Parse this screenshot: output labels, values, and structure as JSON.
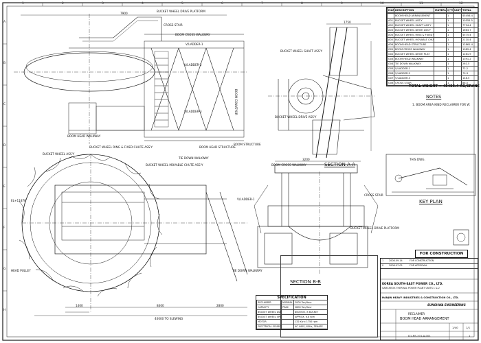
{
  "drawing": {
    "bom": {
      "headers": [
        "MARK",
        "DESCRIPTION",
        "MATERIAL",
        "Q'TY",
        "UNIT",
        "TOTAL"
      ],
      "rows": [
        [
          "",
          "BOOM HEAD ARRANGEMENT",
          "",
          "1",
          "",
          "45456.4"
        ],
        [
          "A01",
          "BUCKET WHEEL ASS'Y",
          "",
          "1",
          "",
          "10555.5"
        ],
        [
          "A02",
          "BUCKET WHEEL SHAFT ASS'Y",
          "",
          "1",
          "",
          "7794.4"
        ],
        [
          "A03",
          "BUCKET WHEEL DRIVE ASS'Y",
          "",
          "1",
          "",
          "1663.7"
        ],
        [
          "A04",
          "BUCKET WHEEL RING & FIXED CHUTE ASS'Y",
          "",
          "1",
          "",
          "4575.4"
        ],
        [
          "A05",
          "BUCKET WHEEL MOVABLE CHUTE ASS'Y",
          "",
          "1",
          "",
          "2110.4"
        ],
        [
          "A06",
          "BOOM HEAD STRUCTURE",
          "",
          "1",
          "",
          "12861.4"
        ],
        [
          "G01",
          "BOOM CROSS WALKWAY",
          "",
          "1",
          "",
          "1089.4"
        ],
        [
          "G02",
          "BUCKET WHEEL DRIVE PLAT",
          "",
          "1",
          "",
          "1281.9"
        ],
        [
          "G03",
          "BOOM HEAD WALKWAY",
          "",
          "1",
          "",
          "1391.2"
        ],
        [
          "G04",
          "TIE DOWN WALKWAY",
          "",
          "1",
          "",
          "261.5"
        ],
        [
          "G05",
          "V/LADDER-1",
          "",
          "1",
          "",
          "72.2"
        ],
        [
          "G06",
          "V/LADDER-2",
          "",
          "1",
          "",
          "70.3"
        ],
        [
          "G07",
          "V/LADDER-3",
          "",
          "1",
          "",
          "148.5"
        ],
        [
          "G08",
          "CROSS STAIR",
          "",
          "1",
          "",
          "88.5"
        ]
      ]
    },
    "total_weight": "TOTAL WEIGHT = 45456.4 KG/CRANE",
    "notes": {
      "title": "NOTES",
      "lines": [
        "1. BOOM AREA KIND RECLAIMER FOR W."
      ]
    },
    "labels": {
      "platform": "BUCKET WHEEL DRIVE PLATFORM",
      "cross_stair": "CROSS STAIR",
      "boom_cross_walkway": "BOOM CROSS WALKWAY",
      "ladder1": "V/LADDER-1",
      "ladder2": "V/LADDER-2",
      "ladder3": "V/LADDER-3",
      "shaft_assy": "BUCKET WHEEL SHAFT ASS'Y",
      "boom_head_walkway": "BOOM HEAD WALKWAY",
      "boom_head_structure": "BOOM HEAD STRUCTURE",
      "boom_structure": "BOOM STRUCTURE",
      "bw_assy": "BUCKET WHEEL ASS'Y",
      "ring_chute": "BUCKET WHEEL RING & FIXED CHUTE ASS'Y",
      "movable_chute": "BUCKET WHEEL MOVABLE CHUTE ASS'Y",
      "tie_down": "TIE DOWN WALKWAY",
      "drive_platform": "BUCKET WHEEL DRIVE PLATFORM",
      "drive_assy": "BUCKET WHEEL DRIVE ASS'Y",
      "conveyor": "BOOM CONVEYOR"
    },
    "sections": {
      "aa": "SECTION A-A",
      "bb": "SECTION B-B",
      "key_plan": "KEY PLAN",
      "this_dwg": "THIS DWG."
    },
    "dims": {
      "d1400": "1400",
      "d8400": "8400",
      "d2800": "2800",
      "d40000": "40000 TO SLEWING",
      "d3200": "3200",
      "d7900": "7900",
      "d1750": "1750",
      "el": "EL+11870",
      "head_pulley": "HEAD PULLEY"
    },
    "spec": {
      "title": "SPECIFICATION",
      "rows": [
        [
          "RECLAIMER",
          "NORMAL",
          "2000 Ton/Hour"
        ],
        [
          "CAPACITY",
          "PEAK",
          "2800 Ton/Hour"
        ],
        [
          "BUCKET WHEEL DIA.",
          "",
          "8000mm, 8 BUCKET"
        ],
        [
          "BUCKET WHEEL SPEED",
          "",
          "APPROX. 6.8 rpm"
        ],
        [
          "MOTOR",
          "",
          "132 Kw x 1750 rpm"
        ],
        [
          "ELECTRICAL SOURCE",
          "",
          "AC 440V, 60Hz, 3PHASE"
        ]
      ]
    },
    "stamp": "FOR CONSTRUCTION",
    "title_block": {
      "revs": [
        [
          "1",
          "2008-09-14",
          "FOR CONSTRUCTION"
        ],
        [
          "0",
          "2008-07-02",
          "FOR APPROVAL"
        ]
      ],
      "client": "KOREA SOUTH-EAST POWER CO., LTD.",
      "project": "SAMCHEOK THERMAL POWER PLANT UNITS 1 & 2",
      "contractor": "HANJIN HEAVY INDUSTRIES & CONSTRUCTION CO., LTD.",
      "maker": "SUNGHWA ENGINEERING",
      "dwg_title_1": "RECLAIMER",
      "dwg_title_2": "BOOM HEAD ARRANGEMENT",
      "scale": "1/40",
      "sheet": "1/1",
      "rev": "1",
      "dwg_no": "D1-RE-201-A-001"
    },
    "grid": {
      "cols": [
        "1",
        "2",
        "3",
        "4",
        "5",
        "6",
        "7",
        "8",
        "9",
        "10",
        "11",
        "12"
      ],
      "rows": [
        "A",
        "B",
        "C",
        "D",
        "E",
        "F",
        "G",
        "H"
      ]
    }
  }
}
